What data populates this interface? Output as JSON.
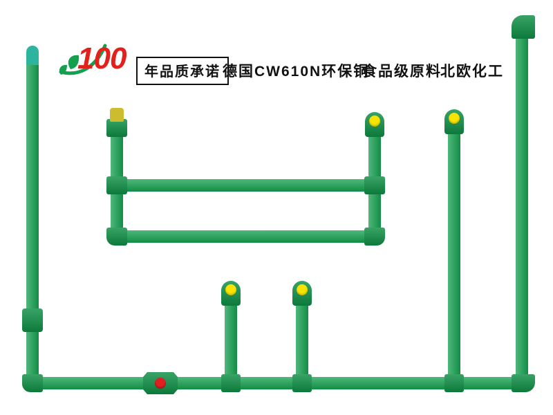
{
  "banner": {
    "logo_number": "100",
    "boxed_text": "年品质承诺",
    "claims": [
      "德国CW610N环保铜",
      "食品级原料",
      "北欧化工"
    ]
  },
  "colors": {
    "background": "#ffffff",
    "pipe": "#14a04f",
    "fitting": "#0e8f45",
    "cap_yellow": "#f8e400",
    "cap_teal": "#2cb49e",
    "cap_brass": "#cdbd2e",
    "valve_red": "#e02020",
    "logo_red": "#e3211c",
    "text": "#111111"
  }
}
